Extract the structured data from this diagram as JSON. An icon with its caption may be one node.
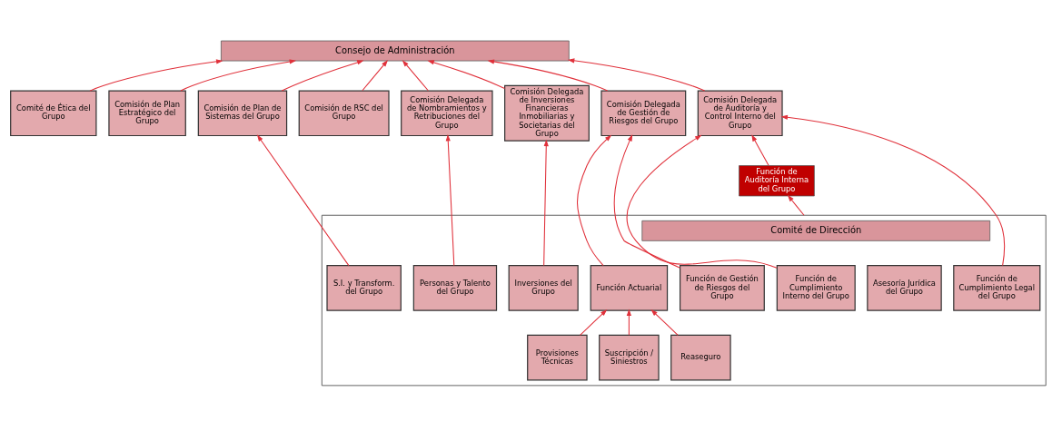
{
  "diagram": {
    "nodes": [
      {
        "text": [
          "Consejo de Administración"
        ]
      },
      {
        "text": [
          "Comité de Ética del Grupo"
        ]
      },
      {
        "text": [
          "Comisión de Plan Estratégico del Grupo"
        ]
      },
      {
        "text": [
          "Comisión de Plan de Sistemas del Grupo"
        ]
      },
      {
        "text": [
          "Comisión de RSC del Grupo"
        ]
      },
      {
        "text": [
          "Comisión Delegada de Nombramientos y Retribuciones del Grupo"
        ]
      },
      {
        "text": [
          "Comisión Delegada de Inversiones Financieras Inmobiliarias y Societarias del Grupo"
        ]
      },
      {
        "text": [
          "Comisión Delegada de Gestión de Riesgos del Grupo"
        ]
      },
      {
        "text": [
          "Comisión Delegada de Auditoría y Control Interno del Grupo"
        ]
      },
      {
        "text": [
          "Función de Auditoría Interna del Grupo"
        ]
      },
      {
        "text": [],
        "shape": "box"
      },
      {
        "text": [
          "Comité de Dirección"
        ],
        "in": 10
      },
      {
        "text": [
          "Asesoría Jurídica del Grupo"
        ],
        "in": 10
      },
      {
        "text": [
          "S.I. y Transform. del Grupo"
        ],
        "in": 10
      },
      {
        "text": [
          "Personas y Talento del Grupo"
        ],
        "in": 10
      },
      {
        "text": [
          "Inversiones del Grupo"
        ],
        "in": 10
      },
      {
        "text": [
          "Función Actuarial"
        ],
        "in": 10
      },
      {
        "text": [
          "Función de Gestión de Riesgos del Grupo"
        ],
        "in": 10
      },
      {
        "text": [
          "Función de Cumplimiento Legal del Grupo"
        ],
        "in": 10
      },
      {
        "text": [
          "Función de Cumplimiento Interno del Grupo"
        ],
        "in": 10
      },
      {
        "text": [
          "Provisiones Técnicas"
        ],
        "in": 10
      },
      {
        "text": [
          "Suscripción / Siniestros"
        ],
        "in": 10
      },
      {
        "text": [
          "Reaseguro"
        ],
        "in": 10
      }
    ],
    "edges": [
      {
        "from": 1,
        "to": 0,
        "arrow": "to"
      },
      {
        "from": 2,
        "to": 0,
        "arrow": "to"
      },
      {
        "from": 3,
        "to": 0,
        "arrow": "to"
      },
      {
        "from": 4,
        "to": 0,
        "arrow": "to"
      },
      {
        "from": 5,
        "to": 0,
        "arrow": "to"
      },
      {
        "from": 6,
        "to": 0,
        "arrow": "to"
      },
      {
        "from": 7,
        "to": 0,
        "arrow": "to"
      },
      {
        "from": 8,
        "to": 0,
        "arrow": "to"
      },
      {
        "from": 13,
        "to": 3,
        "arrow": "to"
      },
      {
        "from": 14,
        "to": 5,
        "arrow": "to"
      },
      {
        "from": 15,
        "to": 6,
        "arrow": "to"
      },
      {
        "from": 16,
        "to": 7,
        "arrow": "to"
      },
      {
        "from": 17,
        "to": 7,
        "arrow": "to"
      },
      {
        "from": 18,
        "to": 8,
        "arrow": "to"
      },
      {
        "from": 19,
        "to": 8,
        "arrow": "to"
      },
      {
        "from": 9,
        "to": 8,
        "arrow": "to"
      },
      {
        "from": 10,
        "to": 9,
        "arrow": "to"
      },
      {
        "from": 20,
        "to": 16,
        "arrow": "to"
      },
      {
        "from": 21,
        "to": 16,
        "arrow": "to"
      },
      {
        "from": 22,
        "to": 16,
        "arrow": "to"
      }
    ]
  }
}
